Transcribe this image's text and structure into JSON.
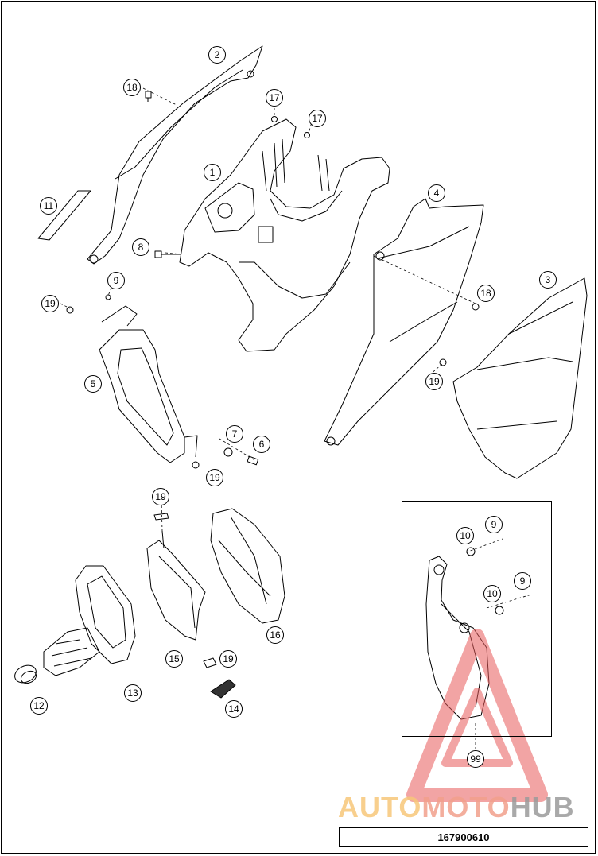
{
  "callouts": [
    {
      "label": "2"
    },
    {
      "label": "18"
    },
    {
      "label": "17"
    },
    {
      "label": "17"
    },
    {
      "label": "1"
    },
    {
      "label": "11"
    },
    {
      "label": "4"
    },
    {
      "label": "8"
    },
    {
      "label": "9"
    },
    {
      "label": "19"
    },
    {
      "label": "3"
    },
    {
      "label": "18"
    },
    {
      "label": "5"
    },
    {
      "label": "19"
    },
    {
      "label": "7"
    },
    {
      "label": "6"
    },
    {
      "label": "19"
    },
    {
      "label": "19"
    },
    {
      "label": "10"
    },
    {
      "label": "9"
    },
    {
      "label": "10"
    },
    {
      "label": "9"
    },
    {
      "label": "16"
    },
    {
      "label": "15"
    },
    {
      "label": "19"
    },
    {
      "label": "13"
    },
    {
      "label": "12"
    },
    {
      "label": "14"
    },
    {
      "label": "99"
    }
  ],
  "watermark": {
    "part1": "AUTO",
    "part2": "MOTO",
    "part3": "HUB"
  },
  "part_number": "167900610",
  "colors": {
    "line": "#000000",
    "watermark_triangle": "#e85a5a",
    "watermark_auto": "#f7c77a",
    "watermark_moto": "#f2a08c",
    "watermark_hub": "#9b9b9b"
  }
}
